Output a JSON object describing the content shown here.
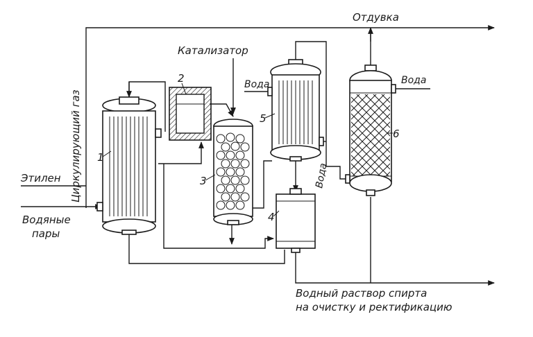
{
  "labels": {
    "recycle_gas": "Циркулирующий газ",
    "purge": "Отдувка",
    "catalyst": "Катализатор",
    "water_5": "Вода",
    "water_6": "Вода",
    "water_5_side": "Вода",
    "ethylene": "Этилен",
    "steam_line1": "Водяные",
    "steam_line2": "пары",
    "product_line1": "Водный раствор спирта",
    "product_line2": "на очистку и ректификацию"
  },
  "apparatus": {
    "n1": "1",
    "n2": "2",
    "n3": "3",
    "n4": "4",
    "n5": "5",
    "n6": "6"
  }
}
